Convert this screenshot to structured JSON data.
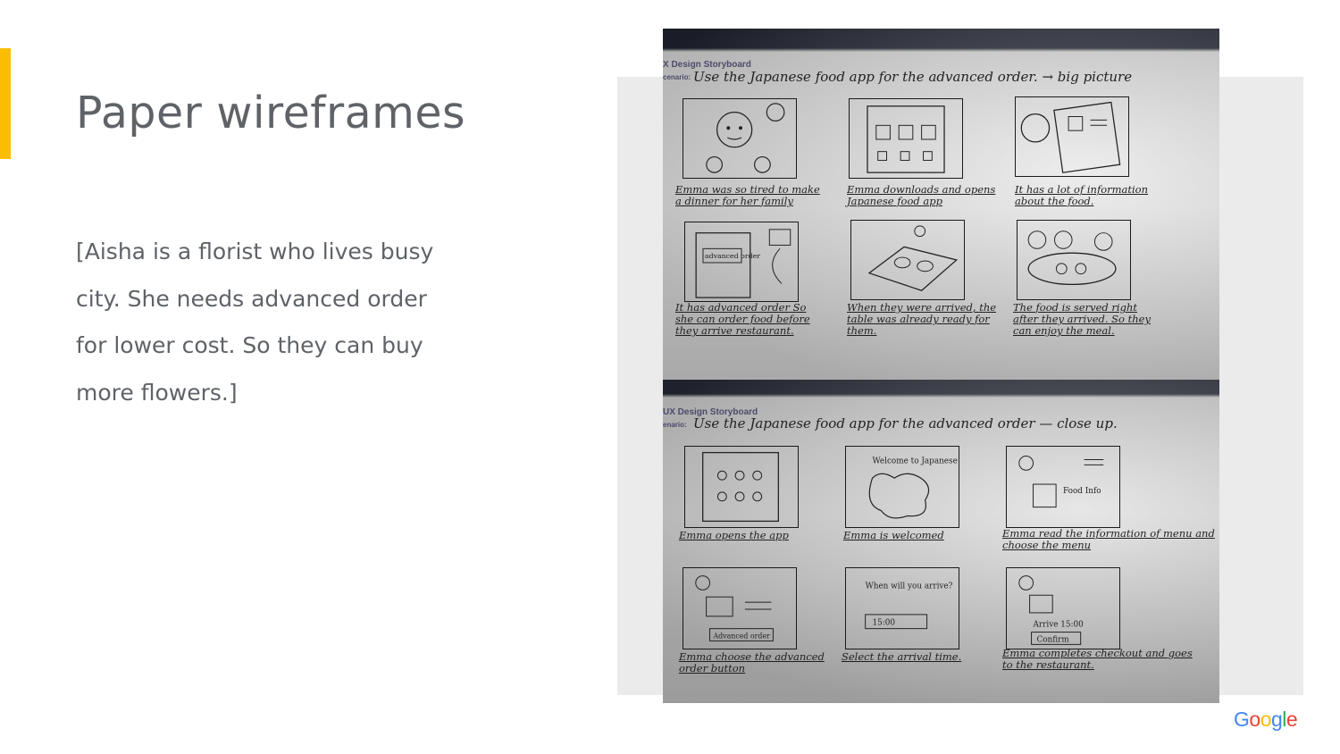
{
  "slide": {
    "title": "Paper wireframes",
    "body": "[Aisha is a florist who lives busy city.  She needs advanced order for lower cost. So they can buy more flowers.]"
  },
  "colors": {
    "accent": "#fbbc04",
    "title": "#5f6368",
    "panel": "#ebebeb"
  },
  "storyboard_top": {
    "header": "X Design Storyboard",
    "scenario_label": "cenario:",
    "scenario": "Use the Japanese food app for the advanced order. → big picture",
    "captions": [
      "Emma was so tired to make a dinner for her family",
      "Emma downloads and opens Japanese food app",
      "It has a lot of information about the food.",
      "It has advanced order So she can order food before they arrive restaurant.",
      "When they were arrived, the table was already ready for them.",
      "The food is served right after they arrived. So they can enjoy the meal."
    ],
    "frame_notes": [
      "advanced order"
    ]
  },
  "storyboard_bottom": {
    "header": "UX Design Storyboard",
    "scenario_label": "enario:",
    "scenario": "Use the Japanese food app for the advanced order — close up.",
    "captions": [
      "Emma opens the app",
      "Emma is welcomed",
      "Emma read the information of menu and choose the menu",
      "Emma choose the advanced order button",
      "Select the arrival time.",
      "Emma completes checkout and goes to the restaurant."
    ],
    "frame_notes": [
      "Welcome to Japanese Food",
      "Food Info",
      "Advanced order",
      "When will you arrive?",
      "15:00",
      "Arrive 15:00",
      "Confirm"
    ]
  },
  "logo": {
    "letters": [
      "G",
      "o",
      "o",
      "g",
      "l",
      "e"
    ],
    "colors": [
      "#4285f4",
      "#ea4335",
      "#fbbc05",
      "#4285f4",
      "#34a853",
      "#ea4335"
    ]
  }
}
